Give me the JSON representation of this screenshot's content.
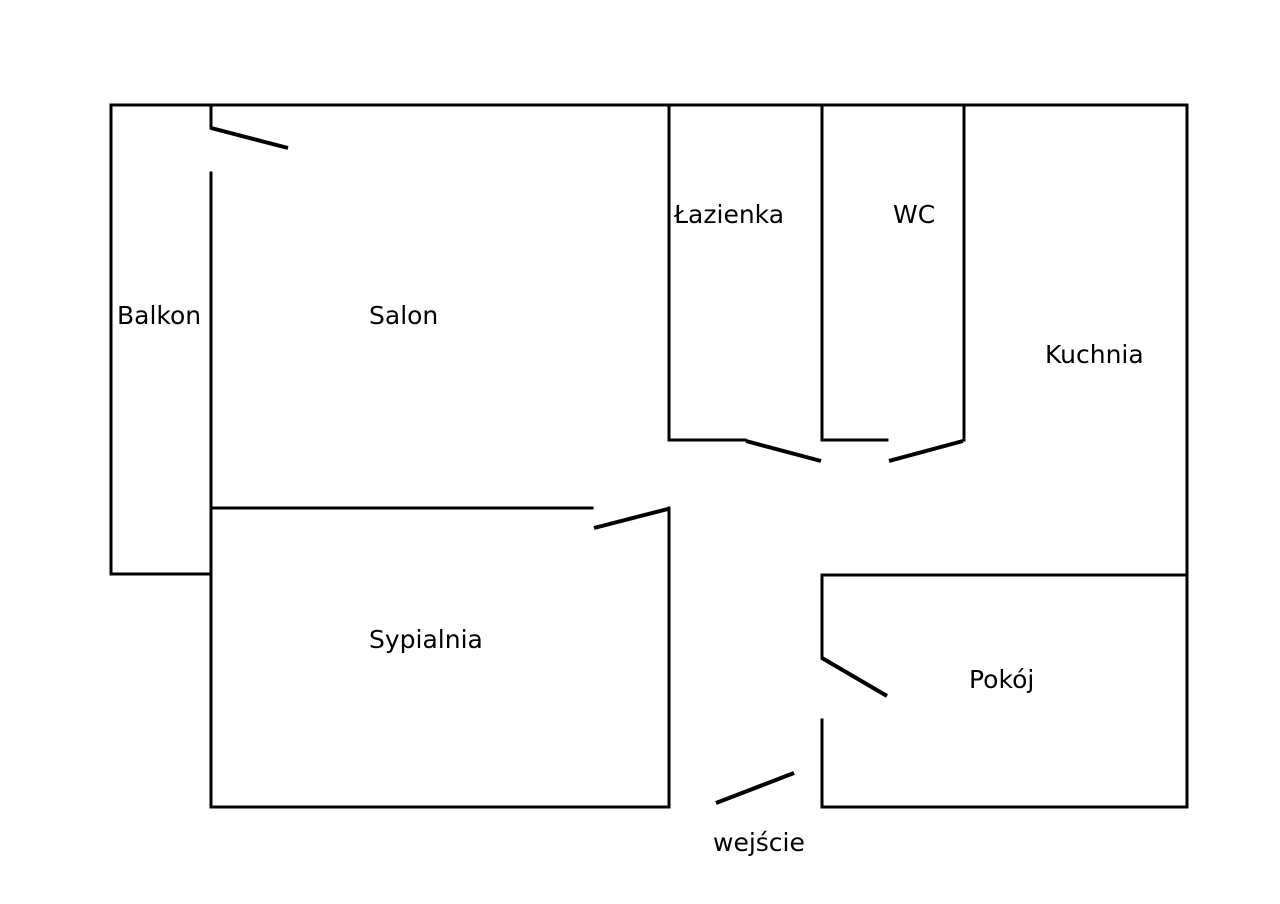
{
  "rooms": {
    "balkon": "Balkon",
    "salon": "Salon",
    "lazienka": "Łazienka",
    "wc": "WC",
    "kuchnia": "Kuchnia",
    "sypialnia": "Sypialnia",
    "pokoj": "Pokój"
  },
  "entrance": "wejście",
  "colors": {
    "line": "#000000",
    "background": "#ffffff"
  }
}
